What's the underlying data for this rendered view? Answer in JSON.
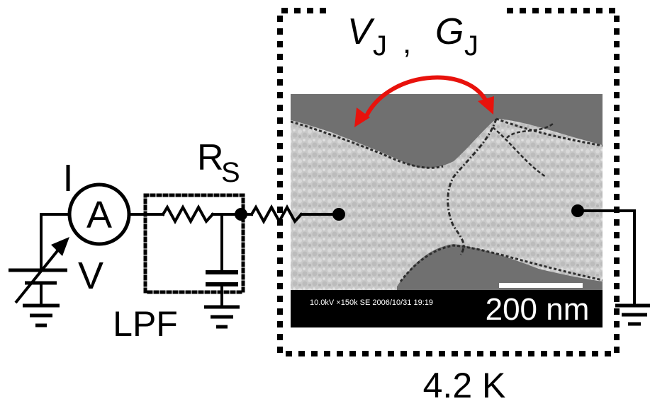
{
  "labels": {
    "current": "I",
    "ammeter": "A",
    "voltage": "V",
    "series_resistor": "R",
    "series_resistor_sub": "S",
    "filter": "LPF",
    "junction_v": "V",
    "junction_v_sub": "J",
    "junction_sep": ",",
    "junction_g": "G",
    "junction_g_sub": "J",
    "temperature": "4.2 K"
  },
  "micrograph": {
    "info_text": "10.0kV ×150k SE 2006/10/31 19:19",
    "scale_label": "200 nm"
  },
  "colors": {
    "arrow": "#e8120c",
    "sem_background": "#c8c8c8",
    "sem_gap": "#6f6f6f",
    "sem_info_bar": "#000000"
  }
}
